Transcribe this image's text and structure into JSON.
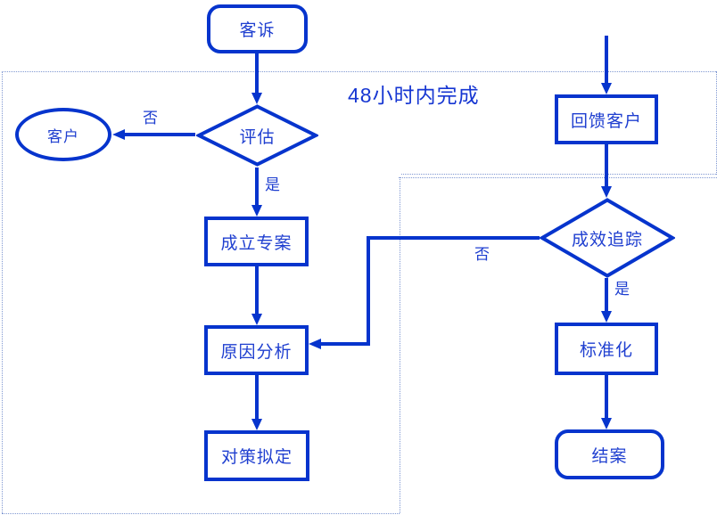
{
  "note": {
    "duration": "48小时内完成"
  },
  "nodes": {
    "complaint": {
      "label": "客诉"
    },
    "evaluate": {
      "label": "评估"
    },
    "customer": {
      "label": "客户"
    },
    "project": {
      "label": "成立专案"
    },
    "cause": {
      "label": "原因分析"
    },
    "countermeasure": {
      "label": "对策拟定"
    },
    "feedback": {
      "label": "回馈客户"
    },
    "track": {
      "label": "成效追踪"
    },
    "standardize": {
      "label": "标准化"
    },
    "close": {
      "label": "结案"
    }
  },
  "edge_labels": {
    "evaluate_no": "否",
    "evaluate_yes": "是",
    "track_no": "否",
    "track_yes": "是"
  },
  "colors": {
    "shape_line": "#0634cd",
    "text": "#1f3fd0",
    "dashed_border": "#8098d2",
    "background": "#ffffff"
  }
}
